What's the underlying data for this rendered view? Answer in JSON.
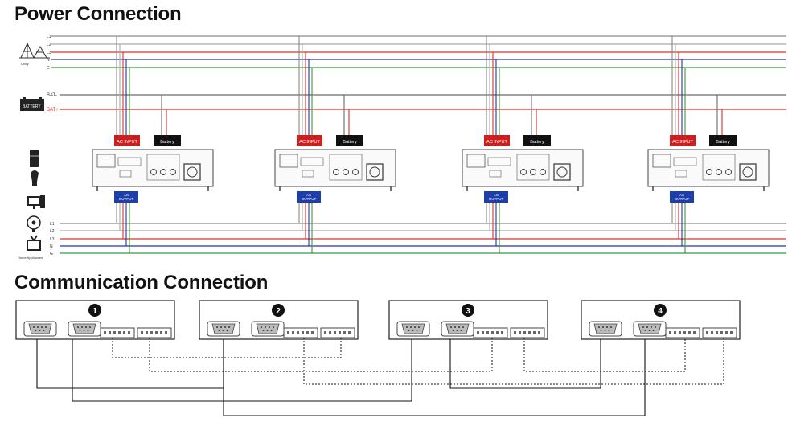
{
  "headings": {
    "power": "Power Connection",
    "communication": "Communication Connection"
  },
  "grid": {
    "utility_lines": [
      "L1",
      "L2",
      "L3",
      "N",
      "G"
    ],
    "utility_label": "Utility",
    "battery_lines": [
      "BAT-",
      "BAT+"
    ],
    "battery_label": "BATTERY",
    "load_lines": [
      "L1",
      "L2",
      "L3",
      "N",
      "G"
    ],
    "load_label": "Home Appliances"
  },
  "inverter": {
    "ac_input_label": "AC INPUT",
    "battery_label": "Battery",
    "ac_output_label": "AC OUTPUT"
  },
  "units": [
    "1",
    "2",
    "3",
    "4"
  ],
  "colors": {
    "L1": "#8a8a8a",
    "L2": "#a9a9a9",
    "L3": "#d6312b",
    "N": "#2435a6",
    "G": "#3b9a3b",
    "BAT-": "#6a6a6a",
    "BAT+": "#d6312b",
    "ac_input_tag": "#cc1f1f",
    "battery_tag": "#111111",
    "ac_output_tag": "#1f3fa8",
    "comm_line": "#111111"
  },
  "icons": [
    "utility-tower-icon",
    "battery-icon",
    "fridge-icon",
    "lamp-icon",
    "computer-icon",
    "fan-icon",
    "tv-icon",
    "inverter-icon",
    "serial-port-icon",
    "terminal-block-icon"
  ]
}
